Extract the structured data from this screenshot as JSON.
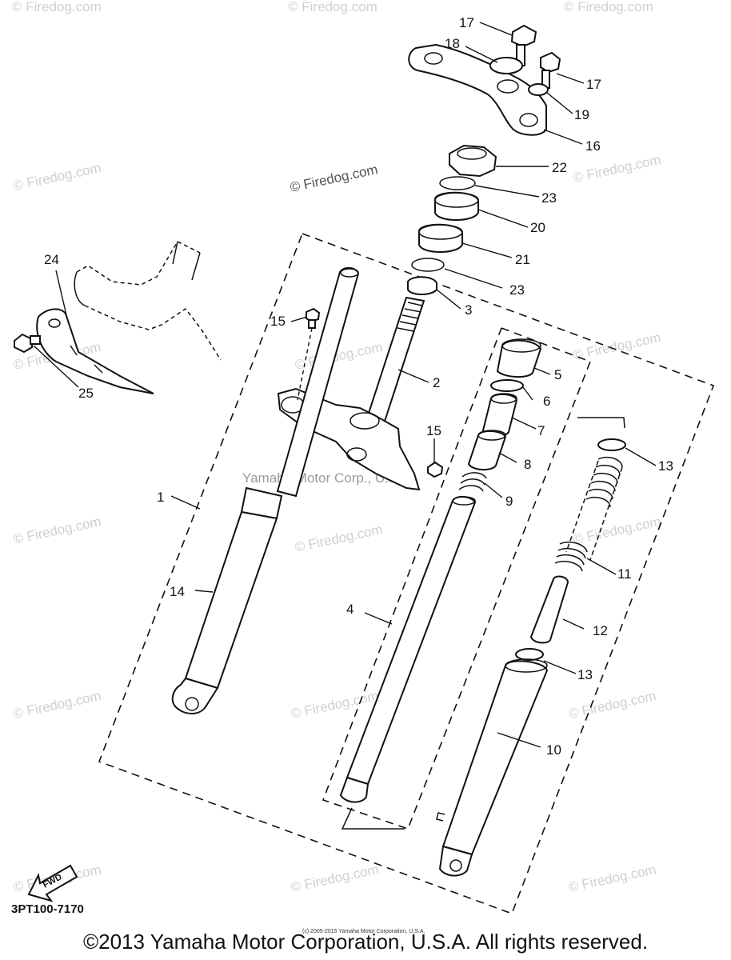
{
  "watermarks": {
    "firedog": "© Firedog.com",
    "center": "Yamaha Motor Corp., U.S.A."
  },
  "callouts": {
    "p1": "1",
    "p2": "2",
    "p3": "3",
    "p4": "4",
    "p5": "5",
    "p6": "6",
    "p7": "7",
    "p8": "8",
    "p9": "9",
    "p10": "10",
    "p11": "11",
    "p12": "12",
    "p13a": "13",
    "p13b": "13",
    "p14": "14",
    "p15a": "15",
    "p15b": "15",
    "p16": "16",
    "p17a": "17",
    "p17b": "17",
    "p18": "18",
    "p19": "19",
    "p20": "20",
    "p21": "21",
    "p22": "22",
    "p23a": "23",
    "p23b": "23",
    "p24": "24",
    "p25": "25"
  },
  "fwd_label": "FWD",
  "ref_code": "3PT100-7170",
  "tiny_note": "(c) 2005-2015 Yamaha Motor Corporation, U.S.A.",
  "copyright": "©2013 Yamaha Motor Corporation, U.S.A. All rights reserved."
}
